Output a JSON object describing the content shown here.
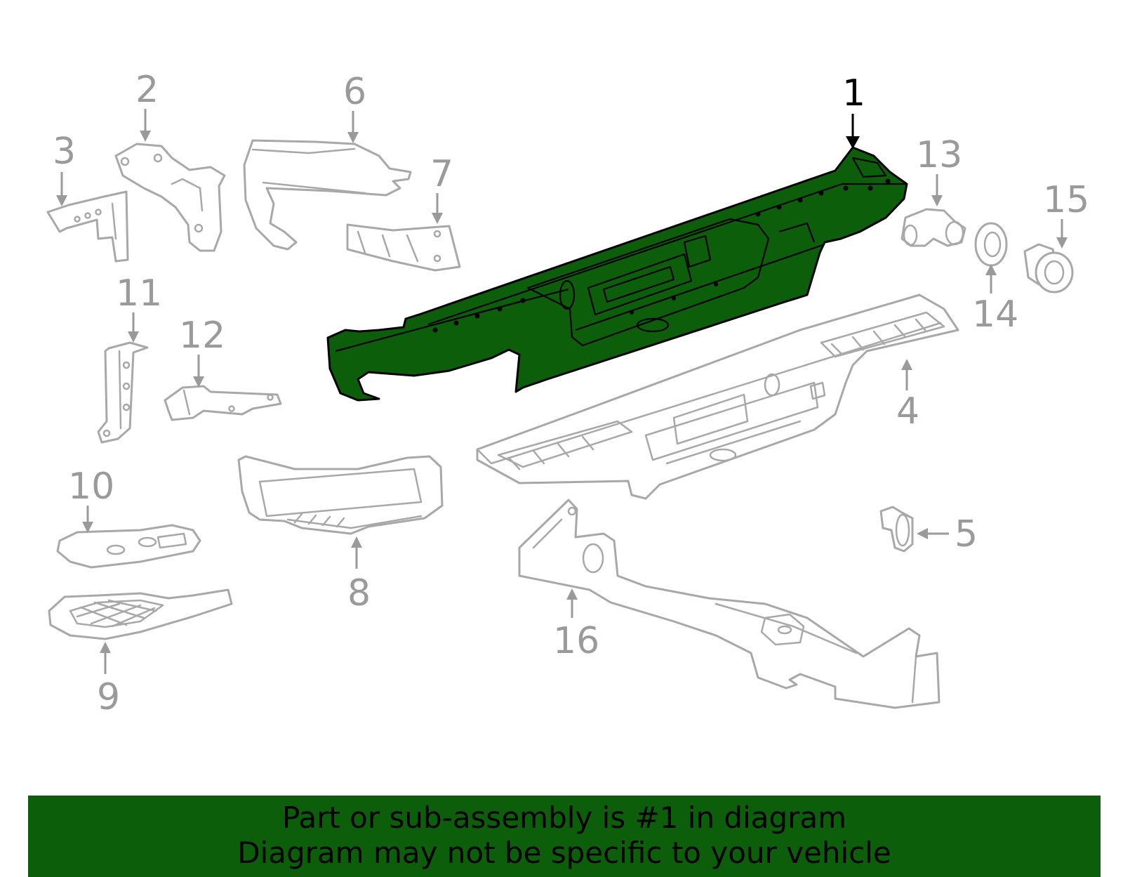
{
  "diagram": {
    "highlighted_part": "1",
    "highlight_color": "#0d5e0b",
    "callouts": [
      {
        "id": "1",
        "label": "1",
        "active": true
      },
      {
        "id": "2",
        "label": "2",
        "active": false
      },
      {
        "id": "3",
        "label": "3",
        "active": false
      },
      {
        "id": "4",
        "label": "4",
        "active": false
      },
      {
        "id": "5",
        "label": "5",
        "active": false
      },
      {
        "id": "6",
        "label": "6",
        "active": false
      },
      {
        "id": "7",
        "label": "7",
        "active": false
      },
      {
        "id": "8",
        "label": "8",
        "active": false
      },
      {
        "id": "9",
        "label": "9",
        "active": false
      },
      {
        "id": "10",
        "label": "10",
        "active": false
      },
      {
        "id": "11",
        "label": "11",
        "active": false
      },
      {
        "id": "12",
        "label": "12",
        "active": false
      },
      {
        "id": "13",
        "label": "13",
        "active": false
      },
      {
        "id": "14",
        "label": "14",
        "active": false
      },
      {
        "id": "15",
        "label": "15",
        "active": false
      },
      {
        "id": "16",
        "label": "16",
        "active": false
      }
    ]
  },
  "banner": {
    "line1": "Part or sub-assembly is #1 in diagram",
    "line2": "Diagram may not be specific to your vehicle"
  }
}
